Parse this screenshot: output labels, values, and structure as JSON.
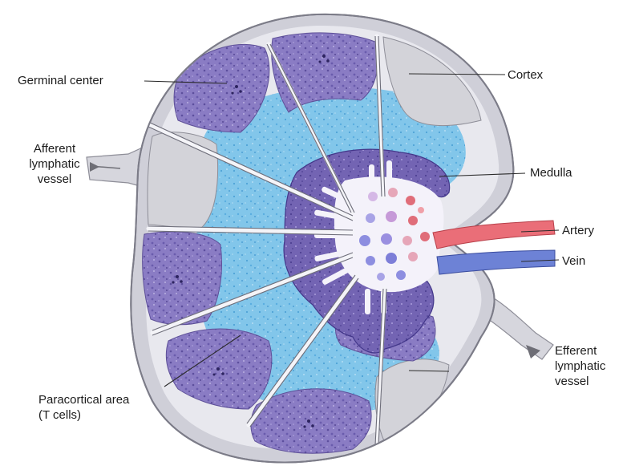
{
  "diagram": {
    "labels": {
      "germinal_center": "Germinal center",
      "afferent_lymphatic_vessel": "Afferent\nlymphatic\nvessel",
      "paracortical_area": "Paracortical area\n(T cells)",
      "cortex": "Cortex",
      "medulla": "Medulla",
      "artery": "Artery",
      "vein": "Vein",
      "efferent_lymphatic_vessel": "Efferent\nlymphatic\nvessel"
    },
    "colors": {
      "capsule": "#c9c9d3",
      "follicle": "#7f72bc",
      "paracortex": "#72bde6",
      "medulla": "#6b5aa8",
      "sinus_gray": "#d2d2d6",
      "artery": "#e65c66",
      "vein": "#5b6fc7",
      "hilum_dot_red": "#e06d79",
      "hilum_dot_blue": "#8d8ee0"
    }
  }
}
